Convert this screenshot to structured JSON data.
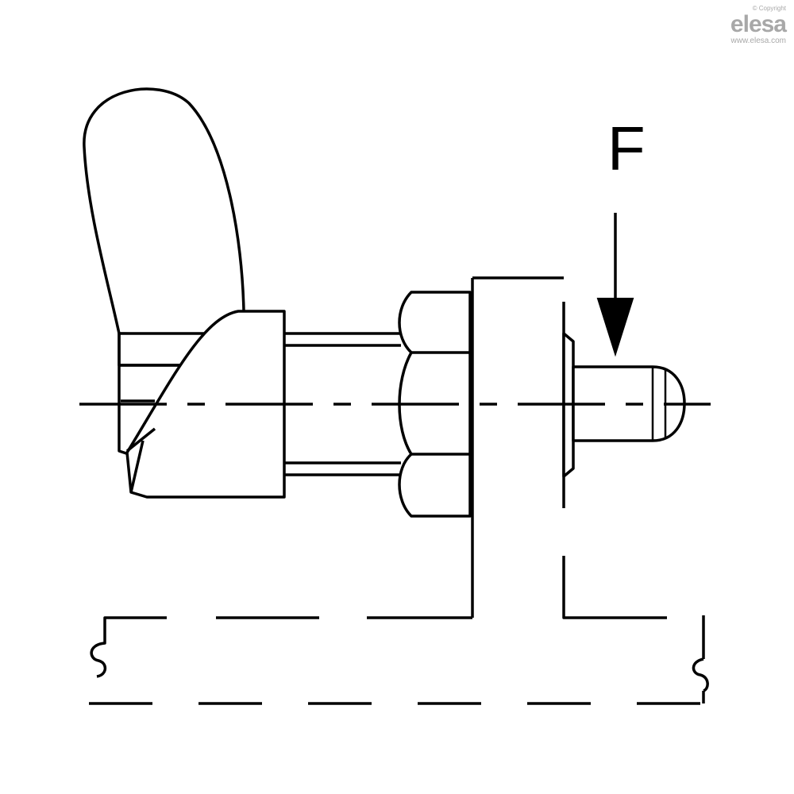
{
  "diagram": {
    "force_label": "F"
  },
  "brand": {
    "copyright": "© Copyright",
    "logo": "elesa",
    "url": "www.elesa.com",
    "color": "#a8a8a8"
  },
  "colors": {
    "line": "#000000",
    "background": "#ffffff"
  }
}
